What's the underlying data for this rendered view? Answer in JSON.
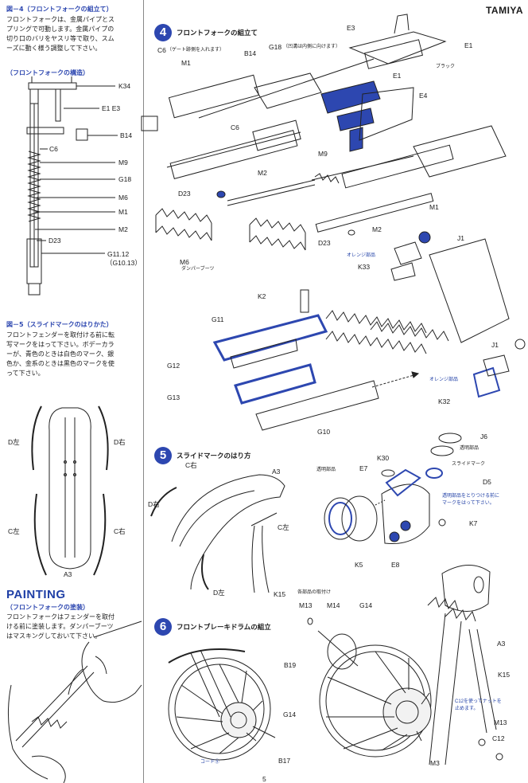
{
  "brand": "TAMIYA",
  "page_number": "5",
  "left": {
    "fig4_title": "図－4（フロントフォークの組立て）",
    "fig4_text": [
      "フロントフォークは、金属パイプとス",
      "プリングで可動します。金属パイプの",
      "切り口のバリをヤスリ等で取り、スム",
      "ーズに動く様う調整して下さい。"
    ],
    "structure_title": "（フロントフォークの構造）",
    "structure_labels": [
      "K34",
      "E1 E3",
      "B14",
      "C6",
      "M9",
      "G18",
      "M6",
      "M1",
      "M2",
      "D23",
      "G11.12",
      "（G10.13）"
    ],
    "fig5_title": "図－5（スライドマークのはりかた）",
    "fig5_text": [
      "フロントフェンダーを取付ける前に転",
      "写マークをはって下さい。ボデーカラ",
      "ーが、青色のときは白色のマーク、銀",
      "色か、金系のときは黒色のマークを使",
      "って下さい。"
    ],
    "fender_labels": [
      "D左",
      "D右",
      "C左",
      "C右",
      "A3"
    ],
    "painting_title": "PAINTING",
    "painting_sub": "（フロントフォークの塗装）",
    "painting_text": [
      "フロントフォークはフェンダーを取付",
      "ける前に塗装します。ダンパーブーツ",
      "はマスキングしておいて下さい。"
    ]
  },
  "step4": {
    "number": "4",
    "title": "フロントフォークの組立て",
    "labels": {
      "e3": "E3",
      "e1a": "E1",
      "c6a": "C6",
      "c6a_note": "（ゲート跡側を入れます）",
      "m1a": "M1",
      "b14": "B14",
      "g18": "G18",
      "g18_note": "（凹溝は内側に向けます）",
      "black": "ブラック",
      "e1b": "E1",
      "e4": "E4",
      "c6b": "C6",
      "m9": "M9",
      "m2a": "M2",
      "m1b": "M1",
      "d23a": "D23",
      "m2b": "M2",
      "d23b": "D23",
      "m6": "M6",
      "m6_note": "ダンパーブーツ",
      "j1a": "J1",
      "orange1": "オレンジ部品",
      "k33": "K33",
      "k2": "K2",
      "g11": "G11",
      "g12": "G12",
      "g13": "G13",
      "g10": "G10",
      "j1b": "J1",
      "orange2": "オレンジ部品",
      "k32": "K32"
    }
  },
  "step5": {
    "number": "5",
    "title": "スライドマークのはり方",
    "labels": {
      "c_right": "C右",
      "a3": "A3",
      "d_right": "D右",
      "c_left": "C左",
      "d_left": "D左",
      "k15": "K15",
      "j6": "J6",
      "clear1": "透明部品",
      "slide": "スライドマーク",
      "d5": "D5",
      "k30": "K30",
      "clear2": "透明部品",
      "e7": "E7",
      "mark_note": [
        "透明部品をとりつける前に",
        "マークをはって下さい。"
      ],
      "k7": "K7",
      "k5": "K5",
      "e8": "E8"
    }
  },
  "step6": {
    "number": "6",
    "title": "フロントブレーキドラムの組立",
    "labels": {
      "parts_title": "各部品の取付け",
      "m13a": "M13",
      "m14": "M14",
      "g14a": "G14",
      "b19": "B19",
      "g14b": "G14",
      "b17": "B17",
      "code": "コード⑤",
      "a3": "A3",
      "k15": "K15",
      "c12_note": [
        "C12を使ってナットを",
        "止めます。"
      ],
      "m13b": "M13",
      "c12": "C12",
      "m3": "M3"
    }
  }
}
